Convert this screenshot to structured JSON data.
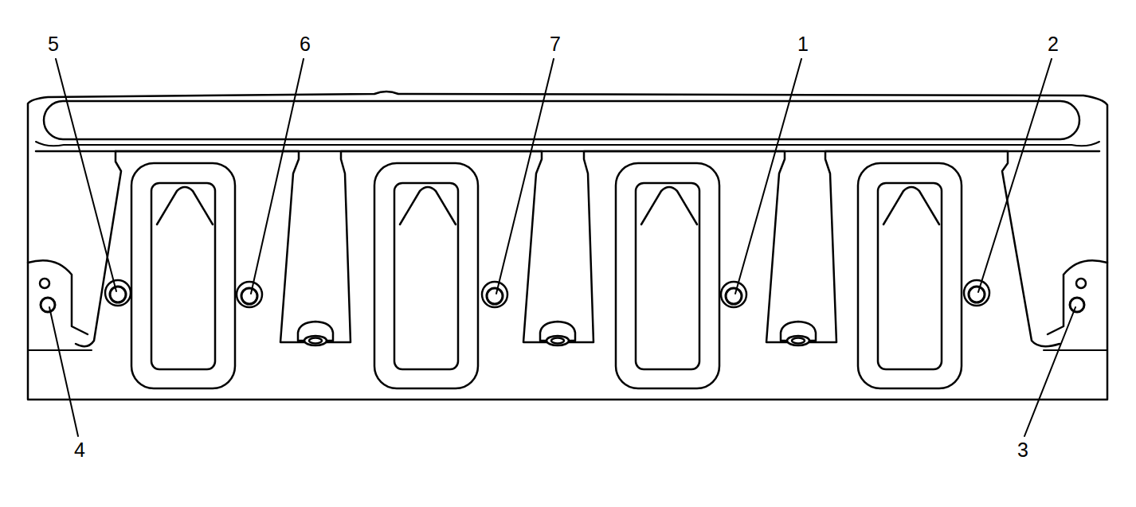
{
  "diagram": {
    "labels": [
      "5",
      "6",
      "7",
      "1",
      "2",
      "4",
      "3"
    ]
  }
}
